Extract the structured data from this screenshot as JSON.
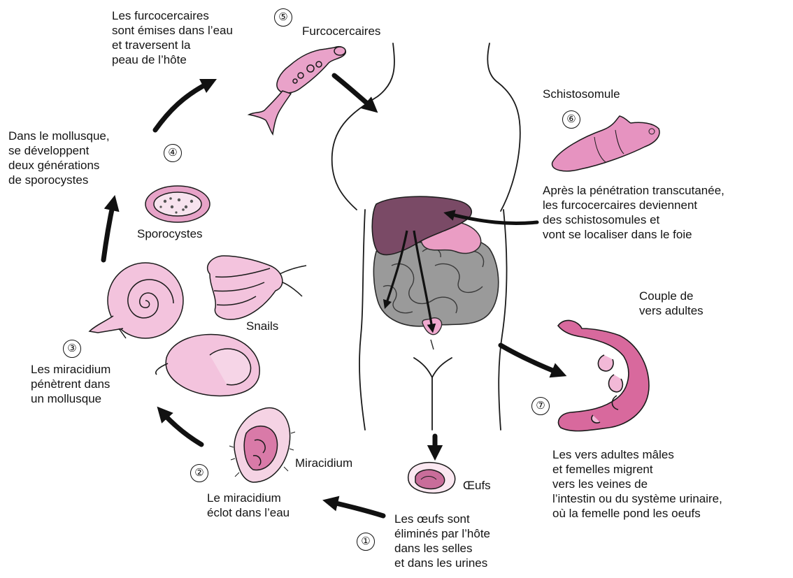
{
  "colors": {
    "pink": "#e7a3c8",
    "pink_light": "#f5cde3",
    "pink_dark": "#cf6f9f",
    "liver": "#7a4a66",
    "gut_grey": "#8d8d8d",
    "outline": "#1a1a1a"
  },
  "icons": [
    "furcocercaire",
    "schistosomule",
    "adult-worm-pair",
    "snail",
    "sporocyst",
    "miracidium",
    "egg",
    "human-body",
    "liver",
    "intestine",
    "cycle-arrow"
  ],
  "labels": {
    "furcocercaires": "Furcocercaires",
    "schistosomule": "Schistosomule",
    "couple_title": [
      "Couple de",
      "vers adultes"
    ],
    "sporocystes": "Sporocystes",
    "snails": "Snails",
    "miracidium": "Miracidium",
    "oeufs": "Œufs"
  },
  "steps": [
    {
      "number": "①",
      "text": [
        "Les œufs sont",
        "éliminés par l’hôte",
        "dans les selles",
        "et dans les urines"
      ]
    },
    {
      "number": "②",
      "text": [
        "Le miracidium",
        "éclot dans l’eau"
      ]
    },
    {
      "number": "③",
      "text": [
        "Les miracidium",
        "pénètrent dans",
        "un mollusque"
      ]
    },
    {
      "number": "④",
      "text": [
        "Dans le mollusque,",
        "se développent",
        "deux générations",
        "de sporocystes"
      ]
    },
    {
      "number": "⑤",
      "text": [
        "Les furcocercaires",
        "sont émises dans l’eau",
        "et traversent la",
        "peau de l’hôte"
      ]
    },
    {
      "number": "⑥",
      "text": [
        "Après la pénétration transcutanée,",
        "les furcocercaires deviennent",
        "des schistosomules et",
        "vont se localiser dans le foie"
      ]
    },
    {
      "number": "⑦",
      "text": [
        "Les vers adultes mâles",
        "et femelles migrent",
        "vers les veines de",
        "l’intestin ou du système urinaire,",
        "où la femelle pond les oeufs"
      ]
    }
  ]
}
